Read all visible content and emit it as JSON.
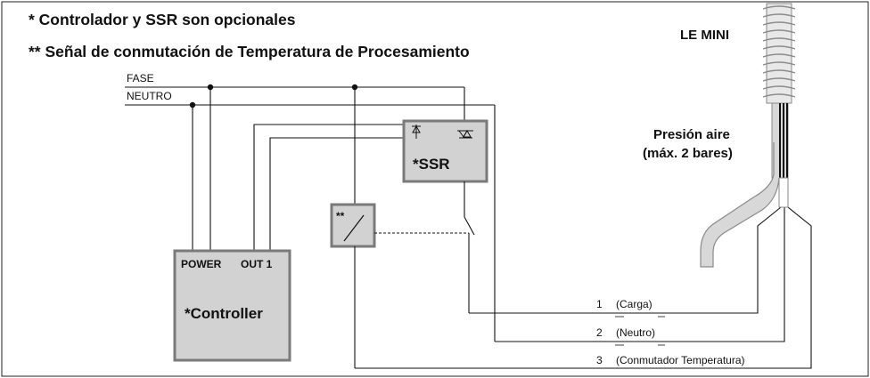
{
  "notes": {
    "optional": "* Controlador y SSR son opcionales",
    "signal": "** Señal de conmutación de Temperatura de Procesamiento"
  },
  "lines": {
    "fase": "FASE",
    "neutro": "NEUTRO"
  },
  "controller": {
    "power": "POWER",
    "out1": "OUT 1",
    "name": "*Controller"
  },
  "ssr": {
    "name": "*SSR"
  },
  "switch_box": {
    "mark": "**"
  },
  "heater": {
    "name": "LE MINI",
    "air_line1": "Presión aire",
    "air_line2": "(máx. 2 bares)"
  },
  "terminals": [
    {
      "num": "1",
      "label": "(Carga)"
    },
    {
      "num": "2",
      "label": "(Neutro)"
    },
    {
      "num": "3",
      "label": "(Conmutador Temperatura)"
    }
  ],
  "colors": {
    "box_fill": "#d2d2d2",
    "box_stroke": "#7a7a7a",
    "line": "#111111"
  }
}
